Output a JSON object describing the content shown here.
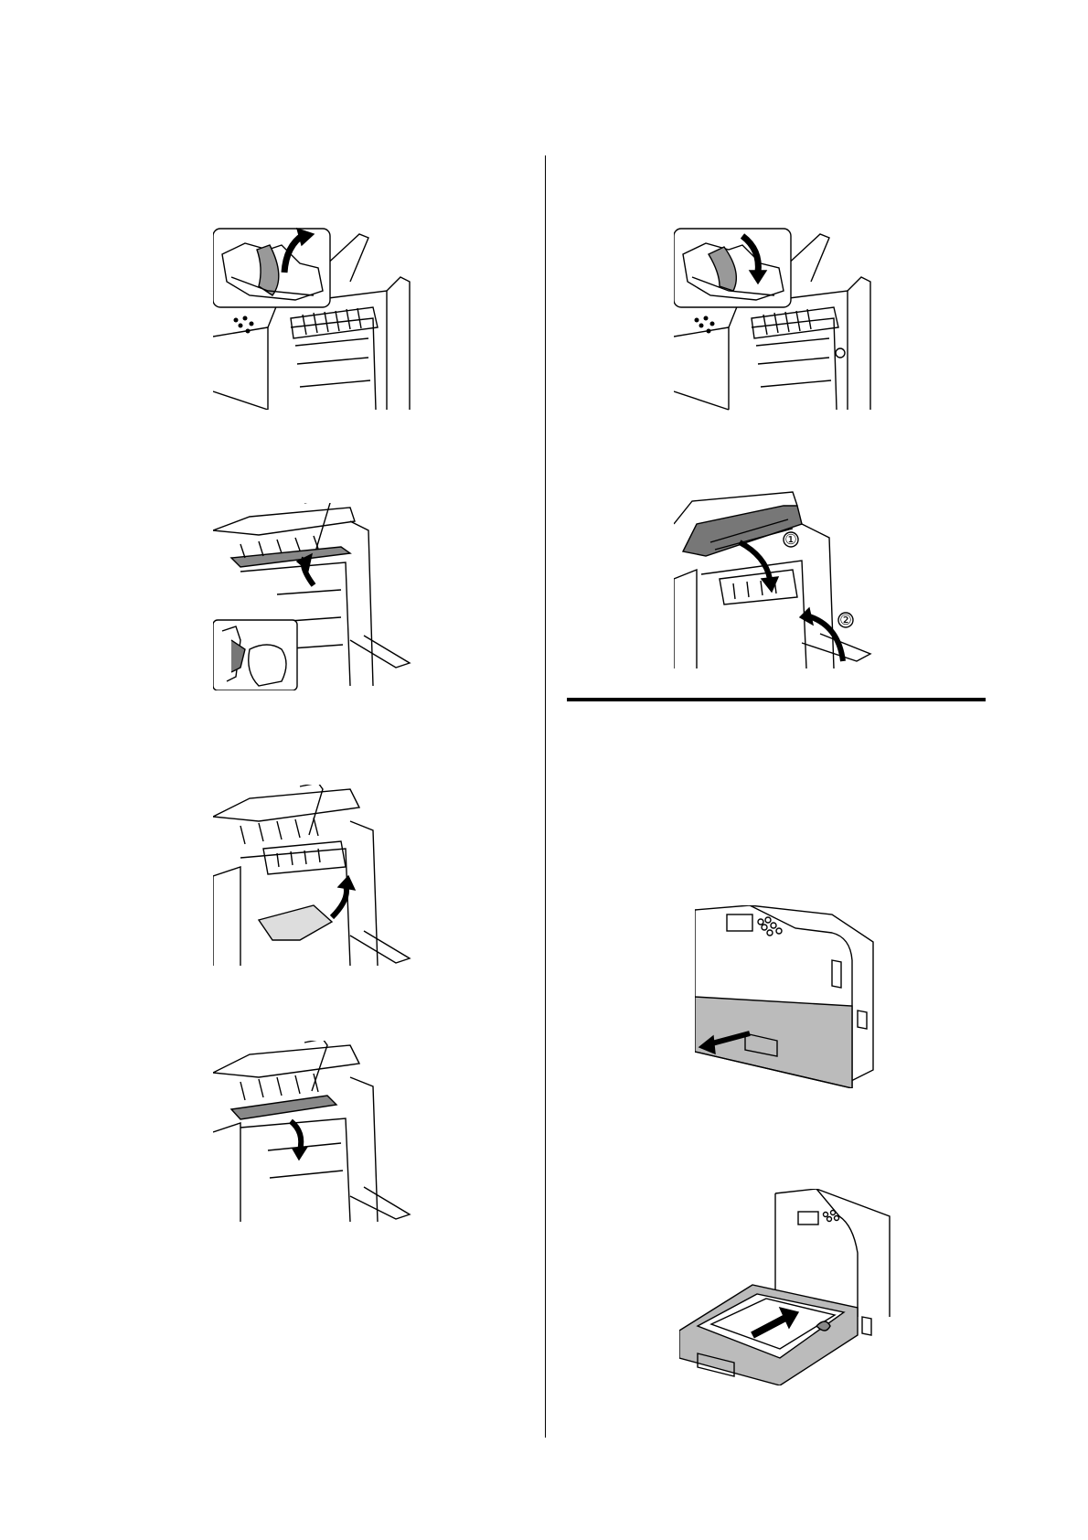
{
  "page": {
    "figures": [
      {
        "id": "fig-left-1",
        "icon": "fuser-lever-up-illustration"
      },
      {
        "id": "fig-left-2",
        "icon": "fuser-guide-open-illustration"
      },
      {
        "id": "fig-left-3",
        "icon": "remove-jammed-paper-illustration"
      },
      {
        "id": "fig-left-4",
        "icon": "fuser-guide-close-illustration"
      },
      {
        "id": "fig-right-1",
        "icon": "fuser-lever-down-illustration"
      },
      {
        "id": "fig-right-2",
        "icon": "close-covers-illustration"
      },
      {
        "id": "fig-right-3",
        "icon": "pull-out-tray-illustration"
      },
      {
        "id": "fig-right-4",
        "icon": "push-paper-tray-illustration"
      }
    ],
    "step_markers": [
      "①",
      "②"
    ]
  }
}
